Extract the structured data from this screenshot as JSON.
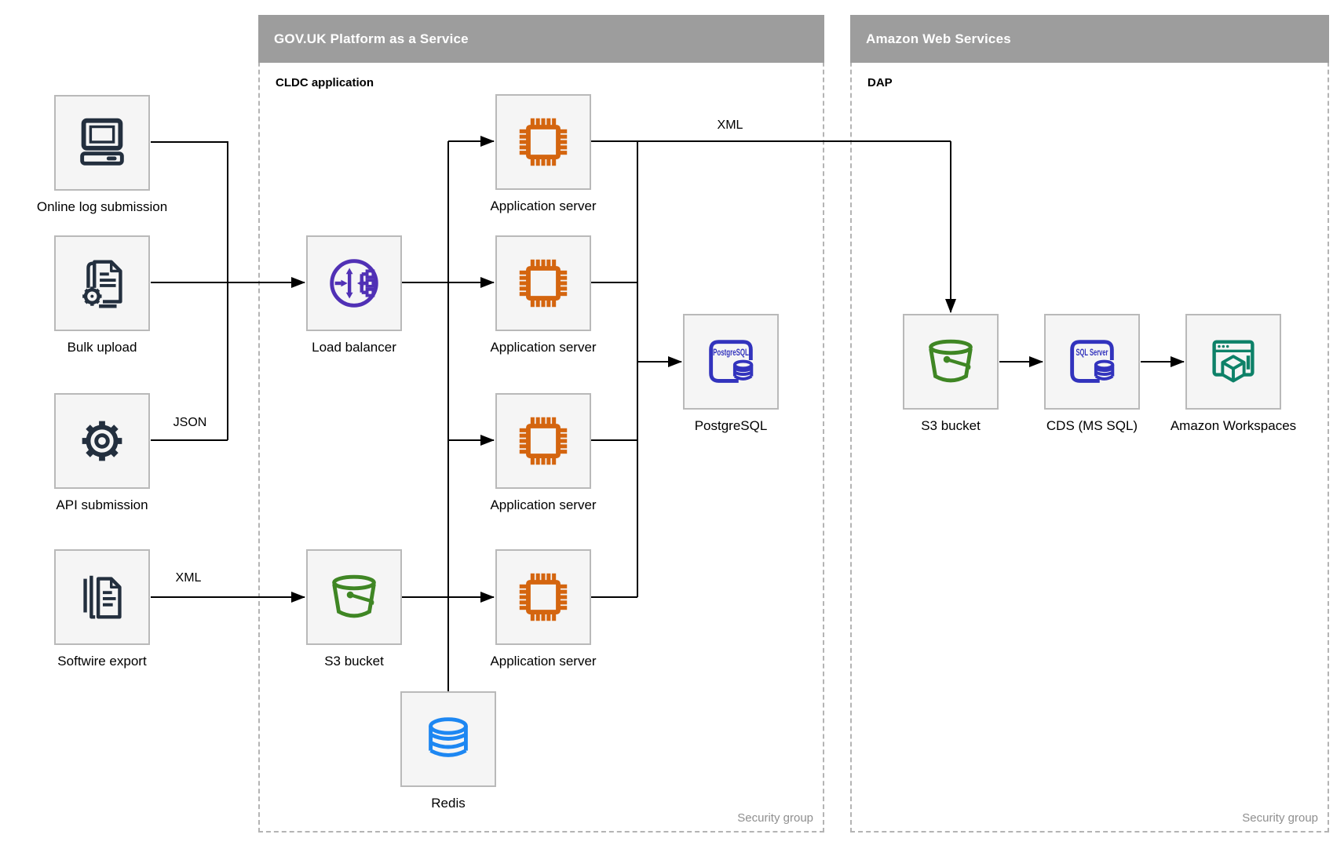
{
  "diagram": {
    "containers": [
      {
        "id": "govuk-paas",
        "title": "GOV.UK Platform as a Service",
        "sublabel": "CLDC application",
        "footer": "Security group"
      },
      {
        "id": "aws",
        "title": "Amazon Web Services",
        "sublabel": "DAP",
        "footer": "Security group"
      }
    ],
    "nodes": [
      {
        "id": "online-log-submission",
        "label": "Online log submission",
        "icon": "computer-icon",
        "color": "#232f3e"
      },
      {
        "id": "bulk-upload",
        "label": "Bulk upload",
        "icon": "document-gear-icon",
        "color": "#232f3e"
      },
      {
        "id": "api-submission",
        "label": "API submission",
        "icon": "gear-icon",
        "color": "#232f3e"
      },
      {
        "id": "softwire-export",
        "label": "Softwire export",
        "icon": "documents-stack-icon",
        "color": "#232f3e"
      },
      {
        "id": "load-balancer",
        "label": "Load balancer",
        "icon": "load-balancer-icon",
        "color": "#5030b5"
      },
      {
        "id": "app-server-1",
        "label": "Application server",
        "icon": "cpu-chip-icon",
        "color": "#d4650f"
      },
      {
        "id": "app-server-2",
        "label": "Application server",
        "icon": "cpu-chip-icon",
        "color": "#d4650f"
      },
      {
        "id": "app-server-3",
        "label": "Application server",
        "icon": "cpu-chip-icon",
        "color": "#d4650f"
      },
      {
        "id": "app-server-4",
        "label": "Application server",
        "icon": "cpu-chip-icon",
        "color": "#d4650f"
      },
      {
        "id": "s3-bucket-paas",
        "label": "S3 bucket",
        "icon": "bucket-icon",
        "color": "#3f8624"
      },
      {
        "id": "redis",
        "label": "Redis",
        "icon": "database-cylinder-icon",
        "color": "#1d87f2"
      },
      {
        "id": "postgresql",
        "label": "PostgreSQL",
        "icon": "postgresql-db-icon",
        "color": "#3233bd",
        "icon_text": "PostgreSQL"
      },
      {
        "id": "s3-bucket-aws",
        "label": "S3 bucket",
        "icon": "bucket-icon",
        "color": "#3f8624"
      },
      {
        "id": "cds-ms-sql",
        "label": "CDS (MS SQL)",
        "icon": "sql-server-db-icon",
        "color": "#3233bd",
        "icon_text": "SQL Server"
      },
      {
        "id": "amazon-workspaces",
        "label": "Amazon Workspaces",
        "icon": "workspaces-icon",
        "color": "#0d8168"
      }
    ],
    "edge_labels": [
      {
        "id": "json-api-merge",
        "text": "JSON"
      },
      {
        "id": "xml-softwire-s3",
        "text": "XML"
      },
      {
        "id": "xml-app-to-aws",
        "text": "XML"
      }
    ],
    "colors": {
      "header_bar": "#9d9d9d",
      "header_text": "#ffffff",
      "container_border": "#b4b4b4",
      "node_fill": "#f5f5f5",
      "node_border": "#b9b9b9",
      "connector_line": "#000000",
      "security_group_text": "#8f8f8f",
      "navy_icon": "#232f3e",
      "orange_icon": "#d4650f",
      "green_icon": "#3f8624",
      "purple_icon": "#5030b5",
      "indigo_icon": "#3233bd",
      "azure_icon": "#1d87f2",
      "teal_icon": "#0d8168"
    }
  }
}
